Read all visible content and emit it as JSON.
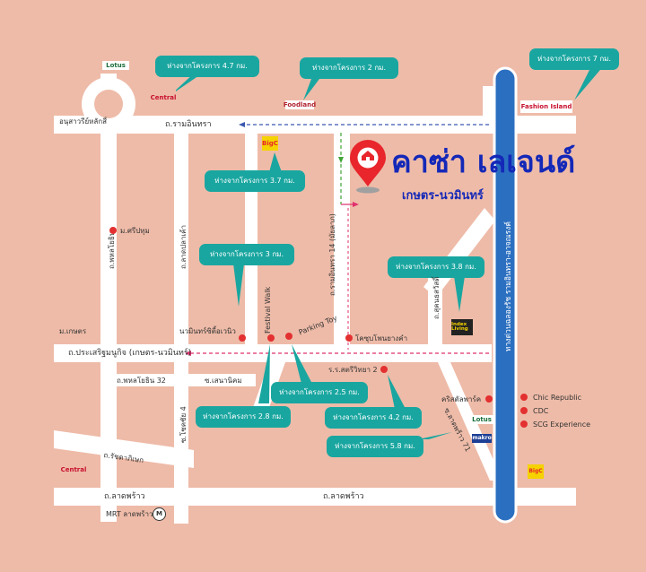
{
  "colors": {
    "background": "#eebba8",
    "road": "#ffffff",
    "expressway": "#2b6fc0",
    "callout": "#1aa6a0",
    "poi": "#e33030",
    "brand": "#1428b8",
    "pin": "#e8262b",
    "arrow_green": "#3fa535",
    "arrow_pink": "#e0306e"
  },
  "brand": {
    "title": "คาซ่า เลเจนด์",
    "subtitle": "เกษตร-นวมินทร์",
    "pin_icon": "home-pin-icon"
  },
  "roads": {
    "ramintra": "ถ.รามอินทรา",
    "prasert": "ถ.ประเสริฐมนูกิจ (เกษตร-นวมินทร์)",
    "ladprao_left": "ถ.ลาดพร้าว",
    "ladprao_right": "ถ.ลาดพร้าว",
    "phahonyothin32": "ถ.พหลโยธิน 32",
    "senanikhom": "ซ.เสนานิคม",
    "ratchada": "ถ.รัชดาภิเษก",
    "phahonyothin": "ถ.พหลโยธิน",
    "ladplakhao": "ถ.ลาดปลาเค้า",
    "chotana4": "ซ.โชคชัย 4",
    "ramintra14": "ถ.รามอินทรา 14 (มัยลาภ)",
    "festival": "Festival Walk",
    "parkingtoy": "Parking Toy",
    "sukonthasawat": "ถ.สุคนธสวัสดิ์",
    "ladprao71": "ซ.ลาดพร้าว 71",
    "expressway": "ทางด่วนฉลองรัช รามอินทรา-อาจณรงค์"
  },
  "places": {
    "monument": "อนุสาวรีย์หลักสี่",
    "kaset": "ม.เกษตร",
    "sripatum": "ม.ศรีปทุม",
    "nawamin": "นวมินทร์ซิตี้อเวนิว",
    "chokchai": "โคซุบโพนยางคำ",
    "school": "ร.ร.สตรีวิทยา 2",
    "crystal": "คริสตัลพาร์ค",
    "chic": "Chic Republic",
    "cdc": "CDC",
    "scg": "SCG Experience",
    "mrt": "MRT ลาดพร้าว"
  },
  "logos": {
    "lotus_top": "Lotus",
    "central": "Central",
    "fashion_island": "Fashion Island",
    "foodland": "Foodland",
    "bigc": "BigC",
    "index": "Index Living",
    "lotus_right": "Lotus",
    "makro": "makro",
    "central_bottom": "Central"
  },
  "callouts": {
    "c1": "ห่างจากโครงการ 4.7 กม.",
    "c2": "ห่างจากโครงการ 2 กม.",
    "c3": "ห่างจากโครงการ 7 กม.",
    "c4": "ห่างจากโครงการ 3.7 กม.",
    "c5": "ห่างจากโครงการ 3 กม.",
    "c6": "ห่างจากโครงการ 3.8 กม.",
    "c7": "ห่างจากโครงการ 2.5 กม.",
    "c8": "ห่างจากโครงการ 2.8 กม.",
    "c9": "ห่างจากโครงการ 4.2 กม.",
    "c10": "ห่างจากโครงการ 5.8 กม."
  }
}
